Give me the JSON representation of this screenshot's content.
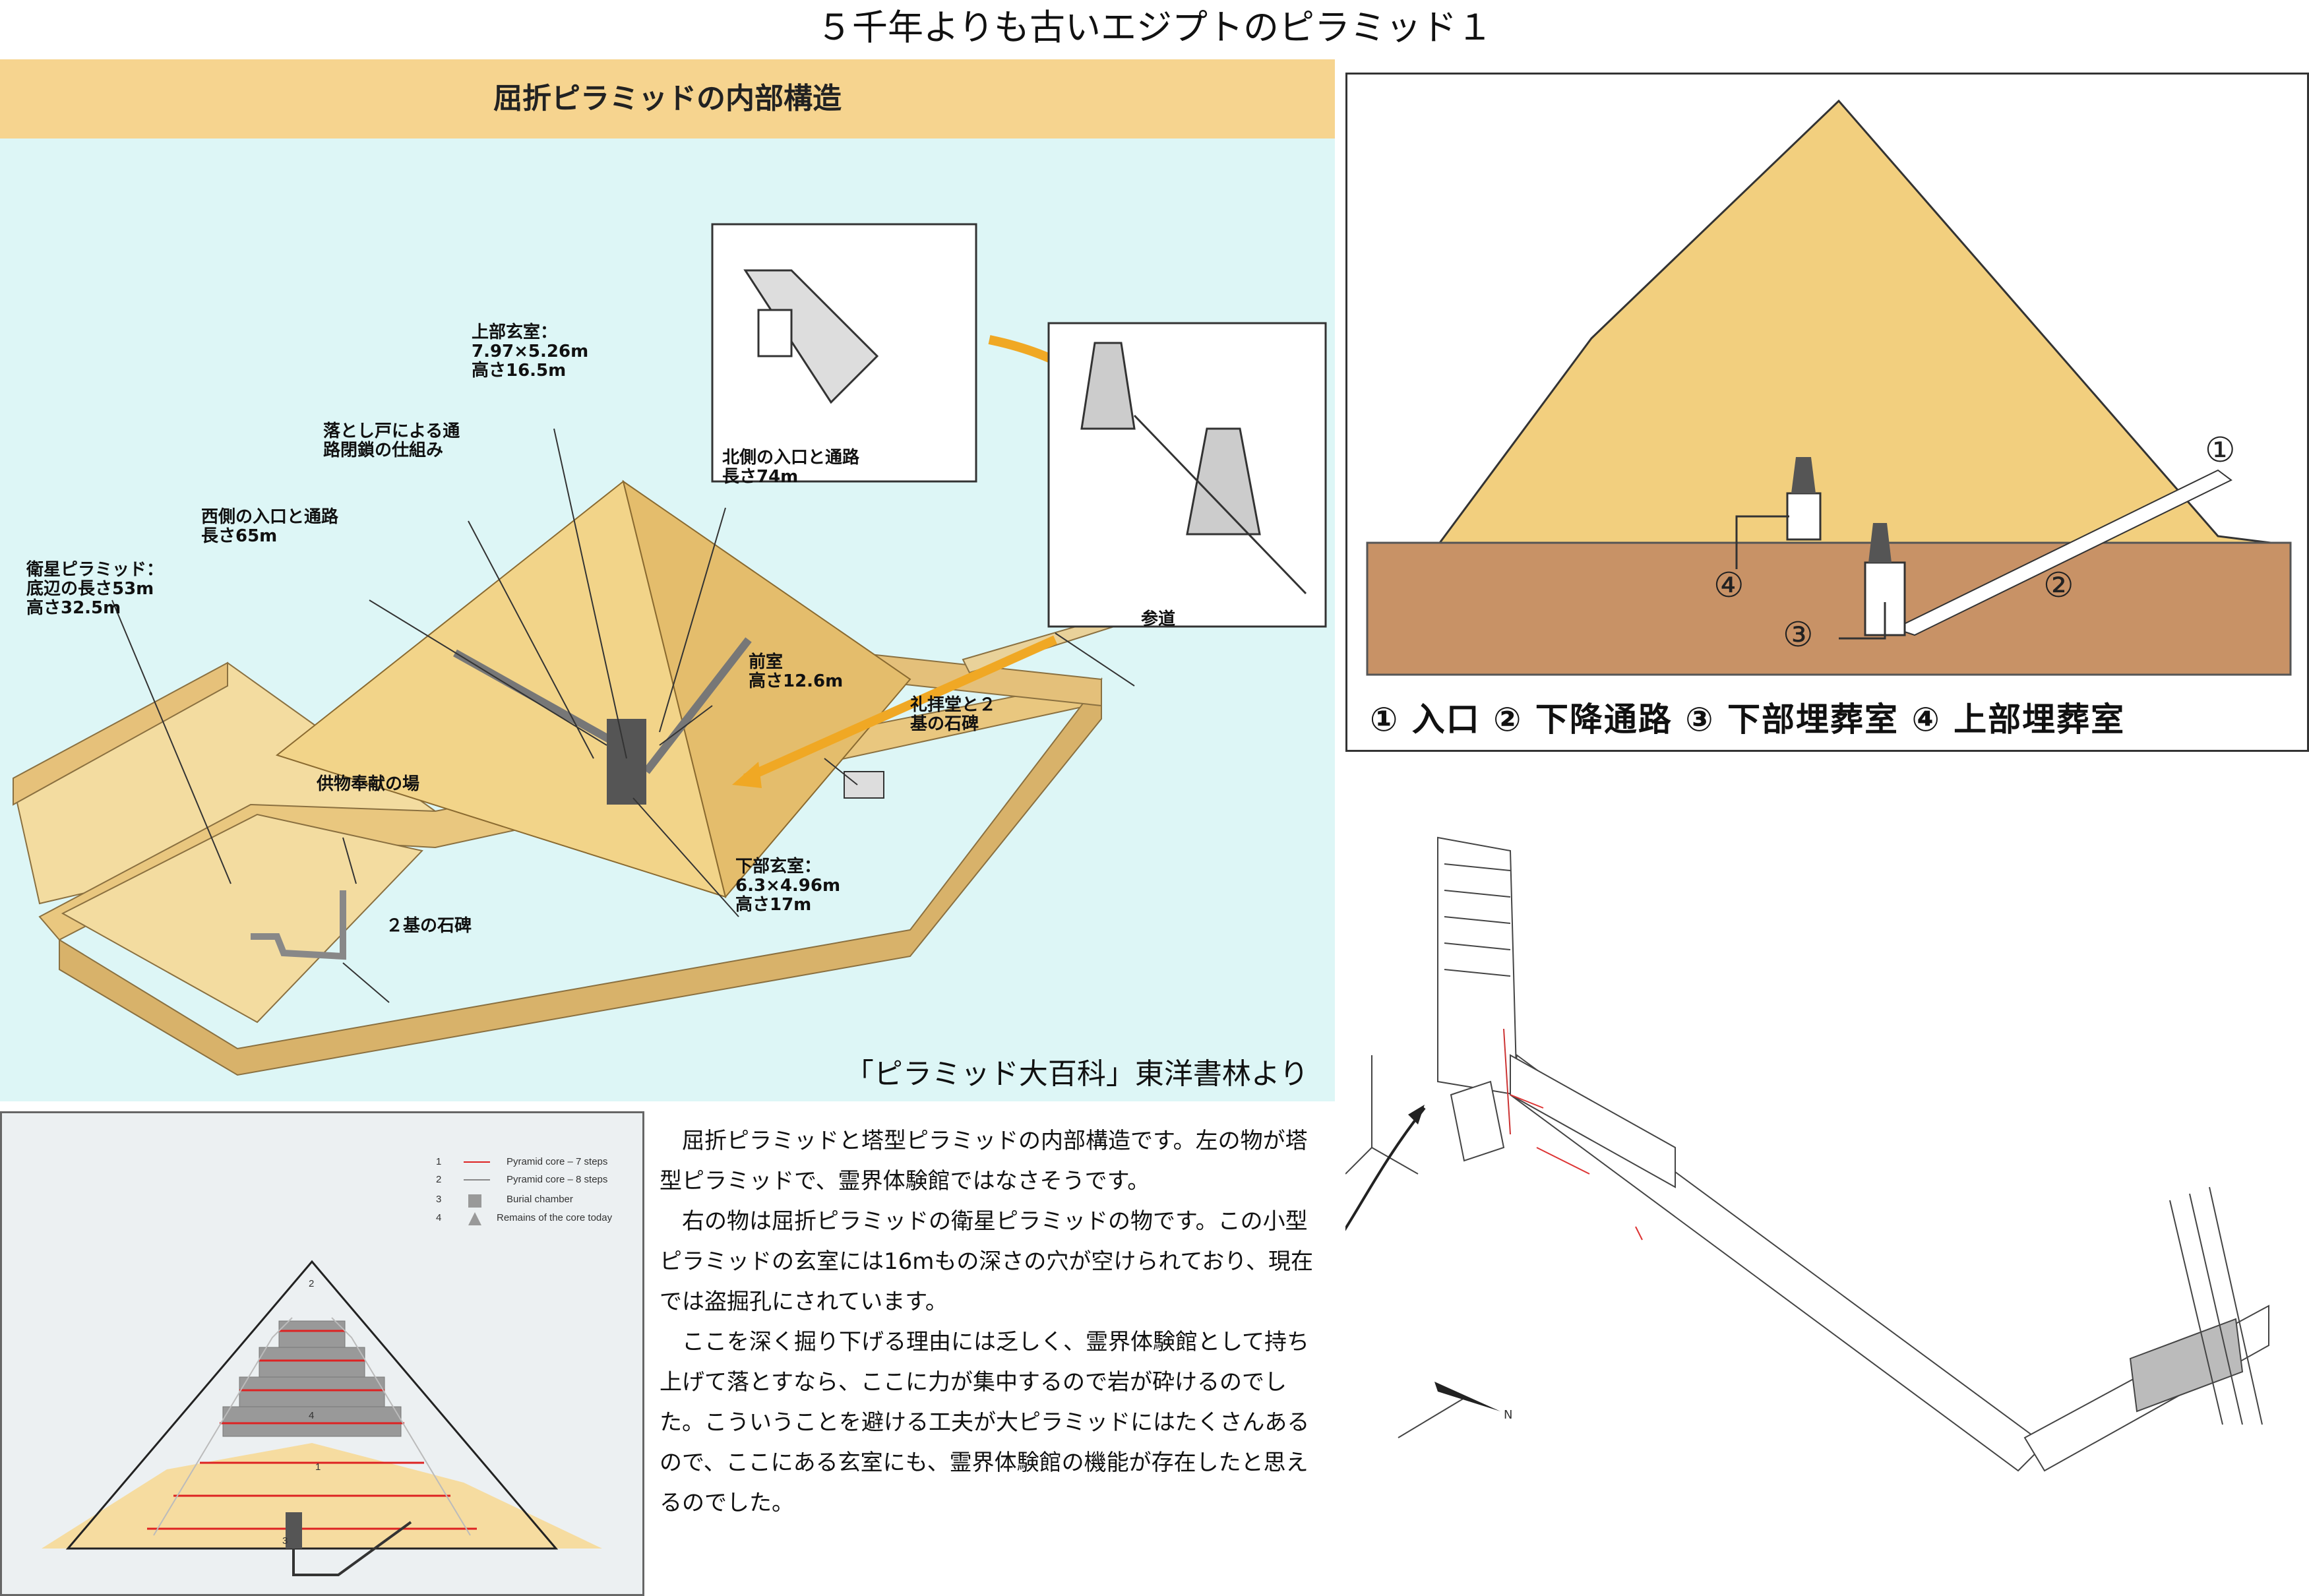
{
  "title": "５千年よりも古いエジプトのピラミッド１",
  "panel_tl": {
    "banner": "屈折ピラミッドの内部構造",
    "source": "「ピラミッド大百科」東洋書林より",
    "labels": {
      "upper_chamber": "上部玄室：\n7.97×5.26m\n高さ16.5m",
      "portcullis": "落とし戸による通\n路閉鎖の仕組み",
      "north_entrance": "北側の入口と通路\n長さ74m",
      "west_entrance": "西側の入口と通路\n長さ65m",
      "satellite": "衛星ピラミッド：\n底辺の長さ53m\n高さ32.5m",
      "antechamber": "前室\n高さ12.6m",
      "causeway": "参道",
      "chapel": "礼拝堂と２\n基の石碑",
      "offering": "供物奉献の場",
      "lower_chamber": "下部玄室：\n6.3×4.96m\n高さ17m",
      "two_stelae": "２基の石碑"
    }
  },
  "panel_tr": {
    "legend": "① 入口  ② 下降通路  ③ 下部埋葬室  ④ 上部埋葬室",
    "markers": [
      "①",
      "②",
      "③",
      "④"
    ]
  },
  "panel_bl": {
    "legend": [
      {
        "num": "1",
        "text": "Pyramid core – 7 steps"
      },
      {
        "num": "2",
        "text": "Pyramid core – 8 steps"
      },
      {
        "num": "3",
        "text": "Burial chamber"
      },
      {
        "num": "4",
        "text": "Remains of the core today"
      }
    ],
    "markers": [
      "2",
      "4",
      "1",
      "3"
    ]
  },
  "body_text": [
    "屈折ピラミッドと塔型ピラミッドの内部構造です。左の物が塔型ピラミッドで、霊界体験館ではなさそうです。",
    "右の物は屈折ピラミッドの衛星ピラミッドの物です。この小型ピラミッドの玄室には16mもの深さの穴が空けられており、現在では盗掘孔にされています。",
    "ここを深く掘り下げる理由には乏しく、霊界体験館として持ち上げて落とすなら、ここに力が集中するので岩が砕けるのでした。こういうことを避ける工夫が大ピラミッドにはたくさんあるので、ここにある玄室にも、霊界体験館の機能が存在したと思えるのでした。"
  ],
  "panel_br": {
    "compass_label": "N"
  },
  "colors": {
    "banner": "#f6d48f",
    "panel_bg": "#ddf6f6",
    "sand": "#f2cf7e",
    "ground": "#c89266",
    "orange_arrow": "#f0a824"
  }
}
